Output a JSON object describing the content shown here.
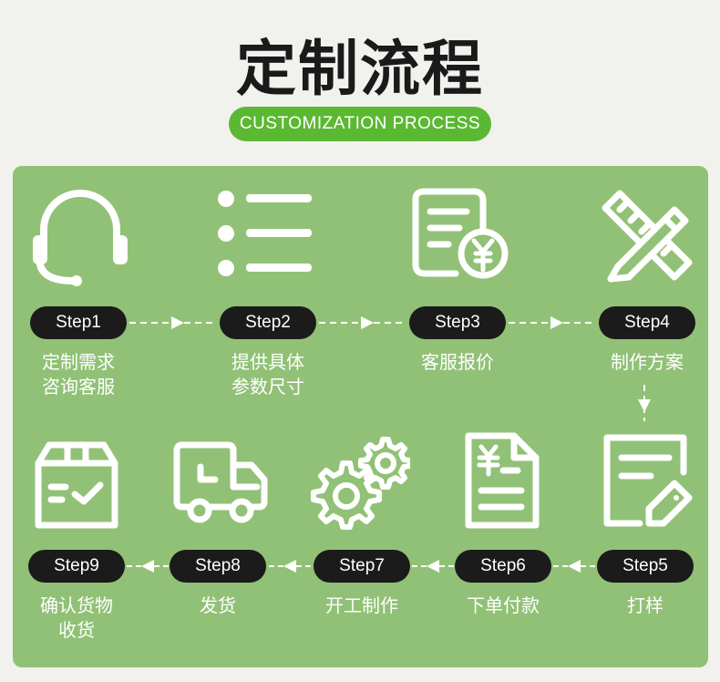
{
  "title": "定制流程",
  "subtitle": "CUSTOMIZATION PROCESS",
  "steps": [
    {
      "step": "Step1",
      "lines": [
        "定制需求",
        "咨询客服"
      ],
      "icon": "headset-icon"
    },
    {
      "step": "Step2",
      "lines": [
        "提供具体",
        "参数尺寸"
      ],
      "icon": "list-icon"
    },
    {
      "step": "Step3",
      "lines": [
        "客服报价"
      ],
      "icon": "price-document-icon"
    },
    {
      "step": "Step4",
      "lines": [
        "制作方案"
      ],
      "icon": "pencil-ruler-icon"
    },
    {
      "step": "Step5",
      "lines": [
        "打样"
      ],
      "icon": "edit-form-icon"
    },
    {
      "step": "Step6",
      "lines": [
        "下单付款"
      ],
      "icon": "invoice-icon"
    },
    {
      "step": "Step7",
      "lines": [
        "开工制作"
      ],
      "icon": "gears-icon"
    },
    {
      "step": "Step8",
      "lines": [
        "发货"
      ],
      "icon": "truck-icon"
    },
    {
      "step": "Step9",
      "lines": [
        "确认货物",
        "收货"
      ],
      "icon": "box-check-icon"
    }
  ],
  "colors": {
    "panel": "#91c176",
    "pill": "#1b1b1b",
    "accent": "#5bb832",
    "background": "#f1f2ee"
  }
}
